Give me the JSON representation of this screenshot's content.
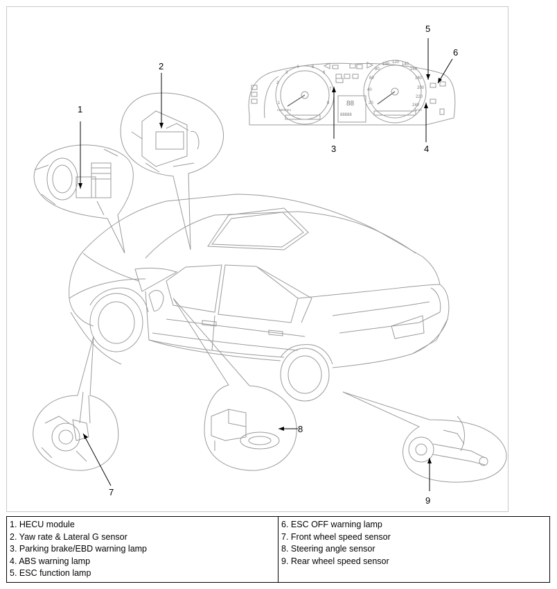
{
  "callouts": [
    "1",
    "2",
    "3",
    "4",
    "5",
    "6",
    "7",
    "8",
    "9"
  ],
  "legend": {
    "left": [
      "1. HECU module",
      "2. Yaw rate & Lateral G sensor",
      "3. Parking brake/EBD warning lamp",
      "4. ABS warning lamp",
      "5. ESC function lamp"
    ],
    "right": [
      "6. ESC OFF warning lamp",
      "7. Front wheel speed sensor",
      "8. Steering angle sensor",
      "9. Rear wheel speed sensor"
    ]
  },
  "cluster": {
    "tach_ticks": [
      "1",
      "2",
      "3",
      "4",
      "5",
      "6",
      "7",
      "8"
    ],
    "speed_ticks": [
      "20",
      "40",
      "60",
      "80",
      "100",
      "120",
      "140",
      "160",
      "180",
      "200",
      "220",
      "240"
    ],
    "tach_unit": "x1000rpm",
    "speed_unit": "km/h",
    "odo": "88",
    "trip": "88888"
  },
  "colors": {
    "line": "#555555",
    "light": "#9a9a9a",
    "border": "#c8c8c8"
  }
}
